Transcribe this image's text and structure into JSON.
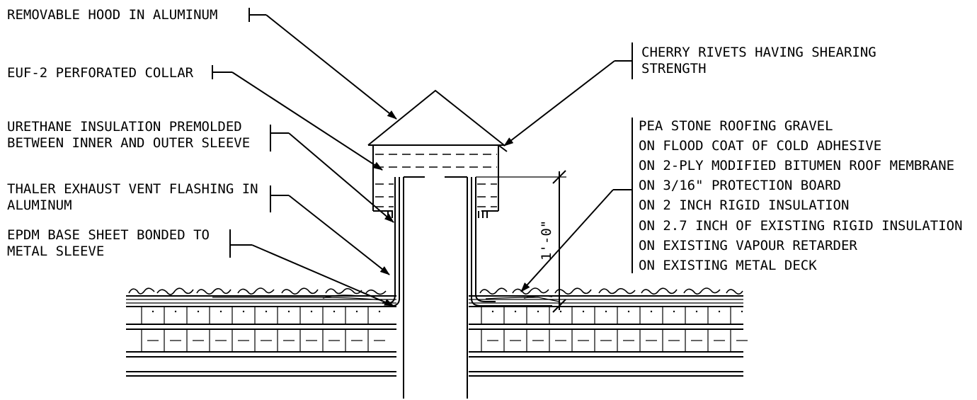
{
  "labels": {
    "hood": "REMOVABLE HOOD IN ALUMINUM",
    "collar": "EUF-2 PERFORATED COLLAR",
    "insulation_line1": "URETHANE INSULATION PREMOLDED",
    "insulation_line2": "BETWEEN INNER AND OUTER SLEEVE",
    "flashing_line1": "THALER EXHAUST VENT FLASHING IN",
    "flashing_line2": "ALUMINUM",
    "epdm_line1": "EPDM BASE SHEET BONDED TO",
    "epdm_line2": "METAL SLEEVE",
    "rivets_line1": "CHERRY RIVETS HAVING SHEARING",
    "rivets_line2": "STRENGTH"
  },
  "roof_assembly": [
    "PEA STONE ROOFING GRAVEL",
    "ON FLOOD COAT OF COLD ADHESIVE",
    "ON 2-PLY MODIFIED BITUMEN ROOF MEMBRANE",
    "ON 3/16\" PROTECTION BOARD",
    "ON 2 INCH RIGID INSULATION",
    "ON 2.7 INCH OF EXISTING RIGID INSULATION",
    "ON EXISTING VAPOUR RETARDER",
    "ON EXISTING METAL DECK"
  ],
  "dimension": "1'-0\""
}
